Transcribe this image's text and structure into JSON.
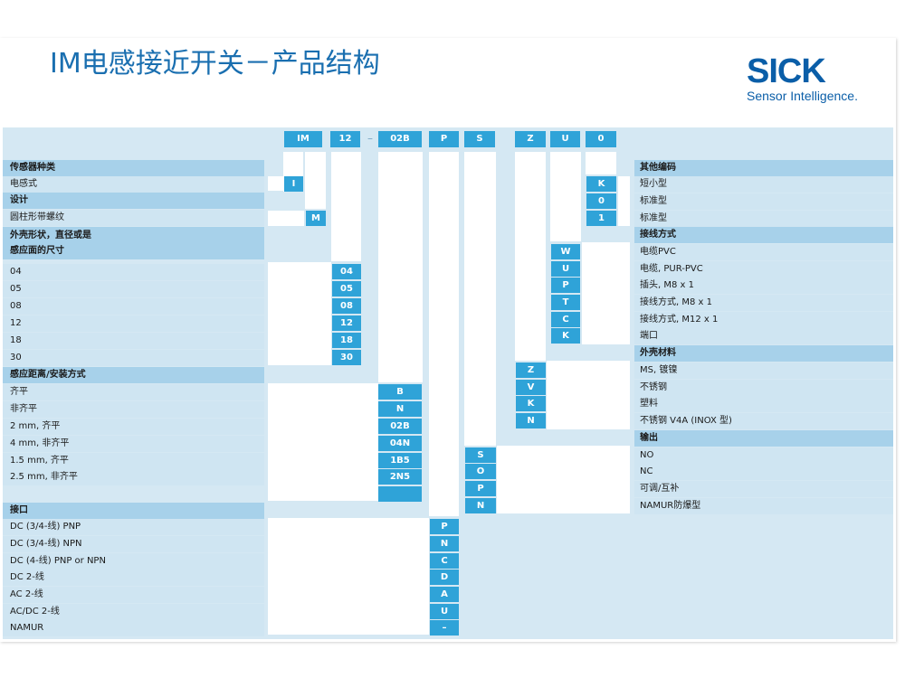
{
  "title": "IM电感接近开关－产品结构",
  "logo": {
    "word": "SICK",
    "tagline": "Sensor Intelligence."
  },
  "header_codes": [
    "IM",
    "12",
    "02B",
    "P",
    "S",
    "Z",
    "U",
    "0"
  ],
  "left": {
    "s1": {
      "heading": "传感器种类",
      "item": "电感式",
      "code": "I"
    },
    "s2": {
      "heading": "设计",
      "item": "圆柱形带螺纹",
      "code": "M"
    },
    "s3": {
      "heading_line1": "外壳形状，直径或是",
      "heading_line2": "感应面的尺寸",
      "items": [
        {
          "label": "04",
          "code": "04"
        },
        {
          "label": "05",
          "code": "05"
        },
        {
          "label": "08",
          "code": "08"
        },
        {
          "label": "12",
          "code": "12"
        },
        {
          "label": "18",
          "code": "18"
        },
        {
          "label": "30",
          "code": "30"
        }
      ]
    },
    "s4": {
      "heading": "感应距离/安装方式",
      "items": [
        {
          "label": "齐平",
          "code": "B"
        },
        {
          "label": "非齐平",
          "code": "N"
        },
        {
          "label": "2 mm, 齐平",
          "code": "02B"
        },
        {
          "label": "4 mm, 非齐平",
          "code": "04N"
        },
        {
          "label": "1.5 mm, 齐平",
          "code": "1B5"
        },
        {
          "label": "2.5 mm, 非齐平",
          "code": "2N5"
        }
      ]
    },
    "s5": {
      "heading": "接口",
      "items": [
        {
          "label": "DC (3/4-线) PNP",
          "code": "P"
        },
        {
          "label": "DC (3/4-线) NPN",
          "code": "N"
        },
        {
          "label": "DC (4-线) PNP or NPN",
          "code": "C"
        },
        {
          "label": "DC 2-线",
          "code": "D"
        },
        {
          "label": "AC 2-线",
          "code": "A"
        },
        {
          "label": "AC/DC 2-线",
          "code": "U"
        },
        {
          "label": "NAMUR",
          "code": "–"
        }
      ]
    }
  },
  "right": {
    "s1": {
      "heading": "其他编码",
      "items": [
        {
          "label": "短小型",
          "code": "K"
        },
        {
          "label": "标准型",
          "code": "0"
        },
        {
          "label": "标准型",
          "code": "1"
        }
      ]
    },
    "s2": {
      "heading": "接线方式",
      "items": [
        {
          "label": "电缆PVC",
          "code": "W"
        },
        {
          "label": "电缆, PUR-PVC",
          "code": "U"
        },
        {
          "label": "插头, M8 x 1",
          "code": "P"
        },
        {
          "label": "接线方式, M8 x 1",
          "code": "T"
        },
        {
          "label": "接线方式, M12 x 1",
          "code": "C"
        },
        {
          "label": "端口",
          "code": "K"
        }
      ]
    },
    "s3": {
      "heading": "外壳材料",
      "items": [
        {
          "label": "MS, 镀镍",
          "code": "Z"
        },
        {
          "label": "不锈钢",
          "code": "V"
        },
        {
          "label": "塑料",
          "code": "K"
        },
        {
          "label": "不锈钢 V4A (INOX 型)",
          "code": "N"
        }
      ]
    },
    "s4": {
      "heading": "输出",
      "items": [
        {
          "label": "NO",
          "code": "S"
        },
        {
          "label": "NC",
          "code": "O"
        },
        {
          "label": "可调/互补",
          "code": "P"
        },
        {
          "label": "NAMUR防爆型",
          "code": "N"
        }
      ]
    }
  }
}
